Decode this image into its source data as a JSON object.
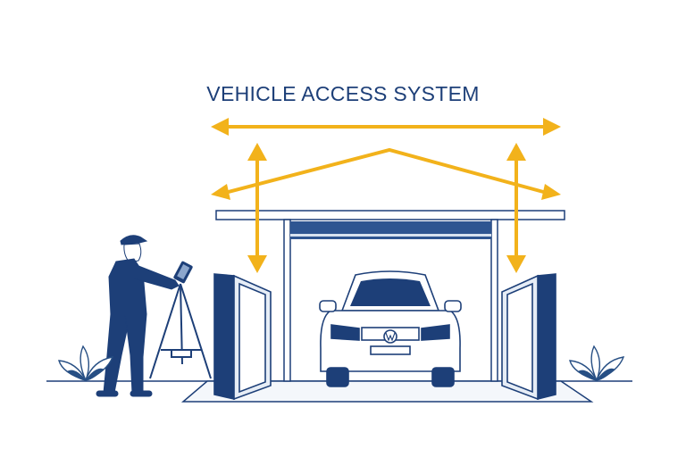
{
  "diagram": {
    "title": "VEHICLE ACCESS SYSTEM"
  },
  "colors": {
    "navy": "#1d3f78",
    "arrow": "#f2b21b",
    "gate_fill": "#e6edf6",
    "plant": "#274f84"
  },
  "icons": [
    "technician-figure",
    "tripod-stand",
    "tablet-icon",
    "car-icon",
    "gate-left",
    "gate-right",
    "plant-icon"
  ]
}
